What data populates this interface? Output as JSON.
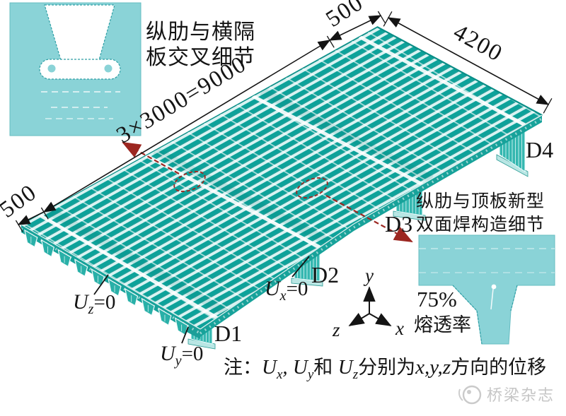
{
  "dimensions": {
    "top_overhang": "500",
    "deck_width": "4200",
    "rib_span": "3×3000=9000",
    "left_overhang": "500"
  },
  "diaphragm_labels": {
    "d1": "D1",
    "d2": "D2",
    "d3": "D3",
    "d4": "D4"
  },
  "boundary_conditions": {
    "uz": {
      "u": "U",
      "sub": "z",
      "rest": "=0"
    },
    "ux": {
      "u": "U",
      "sub": "x",
      "rest": "=0"
    },
    "uy": {
      "u": "U",
      "sub": "y",
      "rest": "=0"
    }
  },
  "axes": {
    "x": "x",
    "y": "y",
    "z": "z"
  },
  "callouts": {
    "rib_diaphragm_detail": {
      "line1": "纵肋与横隔",
      "line2": "板交叉细节"
    },
    "weld_detail": {
      "line1": "纵肋与顶板新型",
      "line2": "双面焊构造细节"
    },
    "penetration": {
      "value": "75%",
      "label": "熔透率"
    }
  },
  "note": {
    "prefix": "注：",
    "u1": "U",
    "s1": "x",
    "c1": ", ",
    "u2": "U",
    "s2": "y",
    "c2": "和 ",
    "u3": "U",
    "s3": "z",
    "mid": "分别为",
    "vars": "x,y,z",
    "suffix": "方向的位移"
  },
  "watermark": {
    "brand": "桥梁杂志"
  },
  "colors": {
    "deck_rib_teal": "#0da29a",
    "deck_light": "#d9f3f2",
    "panel_teal": "#8ad3d7",
    "edge_teal": "#17a29a",
    "marker_red": "#9c2721",
    "text_black": "#141414",
    "watermark_gray": "#c6c6c6"
  }
}
